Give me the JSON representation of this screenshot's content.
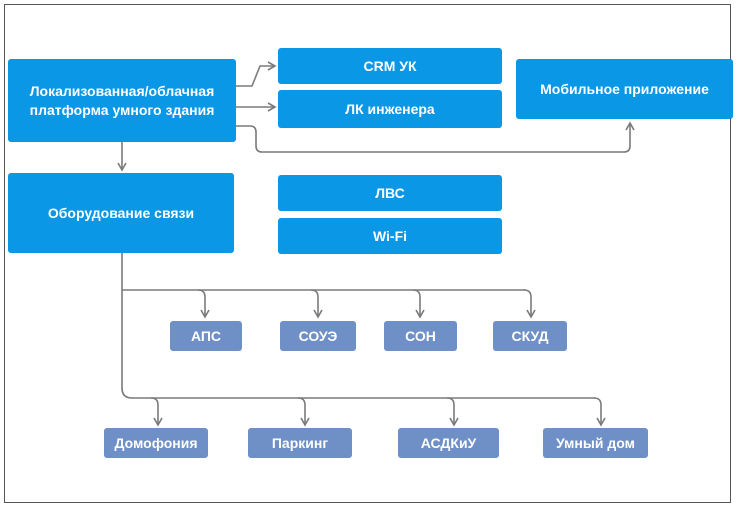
{
  "diagram": {
    "platform": "Локализованная/облачная платформа умного здания",
    "crm": "CRM УК",
    "engineer_account": "ЛК инженера",
    "mobile_app": "Мобильное приложение",
    "comm_equipment": "Оборудование связи",
    "lan": "ЛВС",
    "wifi": "Wi-Fi",
    "systems_row1": [
      "АПС",
      "СОУЭ",
      "СОН",
      "СКУД"
    ],
    "systems_row2": [
      "Домофония",
      "Паркинг",
      "АСДКиУ",
      "Умный дом"
    ]
  },
  "colors": {
    "primary_box": "#0a97e6",
    "secondary_box": "#6f90c6",
    "connector": "#7a7a7a"
  }
}
